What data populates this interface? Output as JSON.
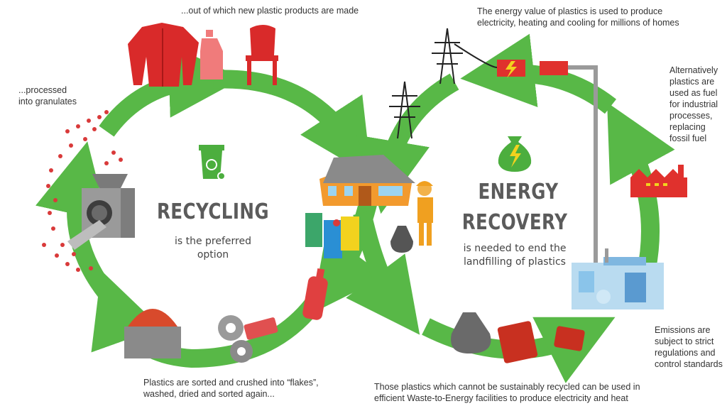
{
  "colors": {
    "arrow_green": "#58b847",
    "arrow_dark": "#3f9a36",
    "red": "#e0312d",
    "gray": "#8c8c8c",
    "title_gray": "#5b5b5b"
  },
  "recycling": {
    "title": "RECYCLING",
    "subtitle_line1": "is the preferred",
    "subtitle_line2": "option",
    "icon": "recycle-bin-icon"
  },
  "energy_recovery": {
    "title_line1": "ENERGY",
    "title_line2": "RECOVERY",
    "subtitle_line1": "is needed to end the",
    "subtitle_line2": "landfilling of plastics",
    "icon": "money-bag-lightning-icon"
  },
  "captions": {
    "new_products": "...out of which new plastic products are made",
    "granulates_line1": "...processed",
    "granulates_line2": "into granulates",
    "flakes_line1": "Plastics are sorted and crushed into “flakes”,",
    "flakes_line2": "washed, dried and sorted again...",
    "energy_value_line1": "The energy value of plastics is used to produce",
    "energy_value_line2": "electricity, heating and cooling for millions of homes",
    "fuel_line1": "Alternatively",
    "fuel_line2": "plastics are",
    "fuel_line3": "used as fuel",
    "fuel_line4": "for industrial",
    "fuel_line5": "processes,",
    "fuel_line6": "replacing",
    "fuel_line7": "fossil fuel",
    "emissions_line1": "Emissions are",
    "emissions_line2": "subject to strict",
    "emissions_line3": "regulations and",
    "emissions_line4": "control standards",
    "wte_line1": "Those plastics which cannot be sustainably recycled can be used in",
    "wte_line2": "efficient Waste-to-Energy facilities to produce electricity and heat"
  }
}
